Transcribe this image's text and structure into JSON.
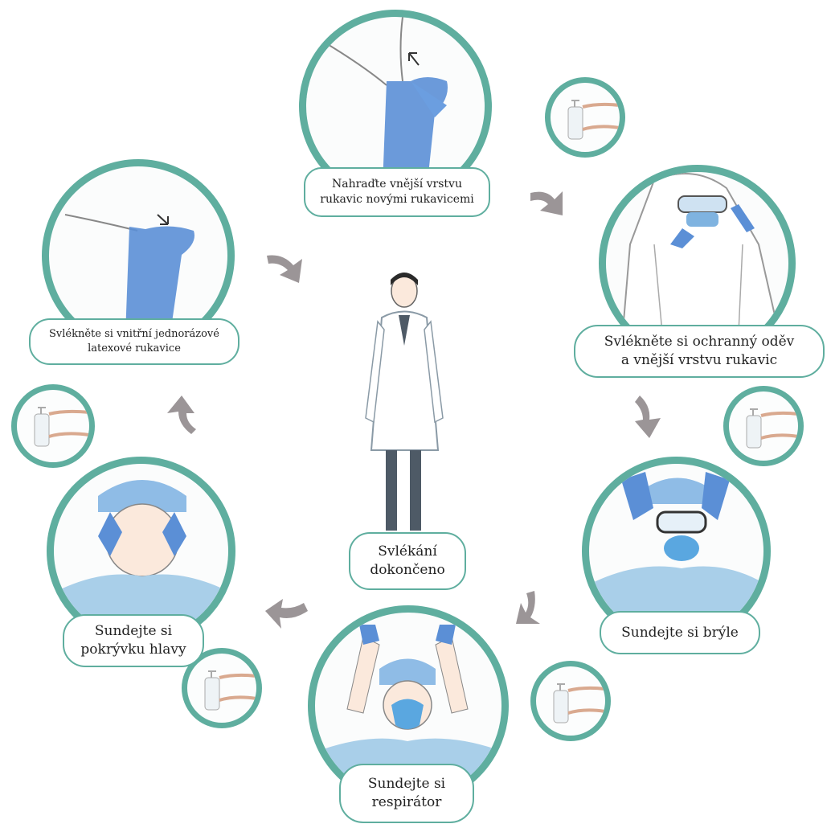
{
  "steps": [
    {
      "id": "top",
      "lines": [
        "Nahraďte vnější vrstvu",
        "rukavic novými rukavicemi"
      ]
    },
    {
      "id": "right-top",
      "lines": [
        "Svlékněte si ochranný oděv",
        "a vnější vrstvu rukavic"
      ]
    },
    {
      "id": "right-bottom",
      "lines": [
        "Sundejte si brýle"
      ]
    },
    {
      "id": "bottom",
      "lines": [
        "Sundejte si",
        "respirátor"
      ]
    },
    {
      "id": "left-bottom",
      "lines": [
        "Sundejte si",
        "pokrývku hlavy"
      ]
    },
    {
      "id": "left-top",
      "lines": [
        "Svlékněte si vnitřní jednorázové",
        "latexové rukavice"
      ]
    }
  ],
  "center": {
    "lines": [
      "Svlékání",
      "dokončeno"
    ]
  },
  "colors": {
    "ring": "#5fae9f",
    "glove": "#5b8fd6",
    "scrubs": "#a9cfe9",
    "arrow": "#9b9597",
    "mask": "#5aa7e0"
  }
}
